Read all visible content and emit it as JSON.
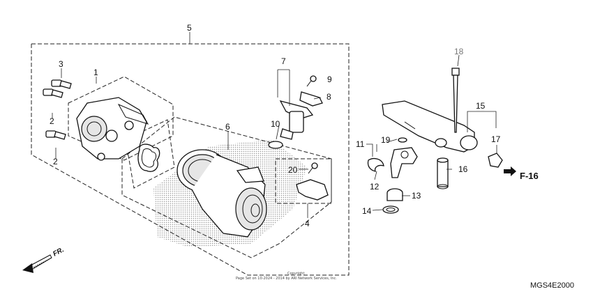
{
  "callouts": [
    {
      "id": "c1",
      "text": "1"
    },
    {
      "id": "c2a",
      "text": "2"
    },
    {
      "id": "c2b",
      "text": "2"
    },
    {
      "id": "c3",
      "text": "3"
    },
    {
      "id": "c4",
      "text": "4"
    },
    {
      "id": "c5",
      "text": "5"
    },
    {
      "id": "c6",
      "text": "6"
    },
    {
      "id": "c7",
      "text": "7"
    },
    {
      "id": "c8",
      "text": "8"
    },
    {
      "id": "c9",
      "text": "9"
    },
    {
      "id": "c10",
      "text": "10"
    },
    {
      "id": "c11",
      "text": "11"
    },
    {
      "id": "c12",
      "text": "12"
    },
    {
      "id": "c13",
      "text": "13"
    },
    {
      "id": "c14",
      "text": "14"
    },
    {
      "id": "c15",
      "text": "15"
    },
    {
      "id": "c16",
      "text": "16"
    },
    {
      "id": "c17",
      "text": "17"
    },
    {
      "id": "c18",
      "text": "18"
    },
    {
      "id": "c19",
      "text": "19"
    },
    {
      "id": "c20",
      "text": "20"
    }
  ],
  "reference_label": "F-16",
  "direction_label": "FR.",
  "diagram_code": "MGS4E2000",
  "copyright": {
    "line1": "Copyright",
    "line2": "Page Set on 10-2024 - 2014 by ARI Network Services, Inc."
  },
  "colors": {
    "ink": "#111111",
    "gray_label": "#777777",
    "background": "#ffffff"
  }
}
